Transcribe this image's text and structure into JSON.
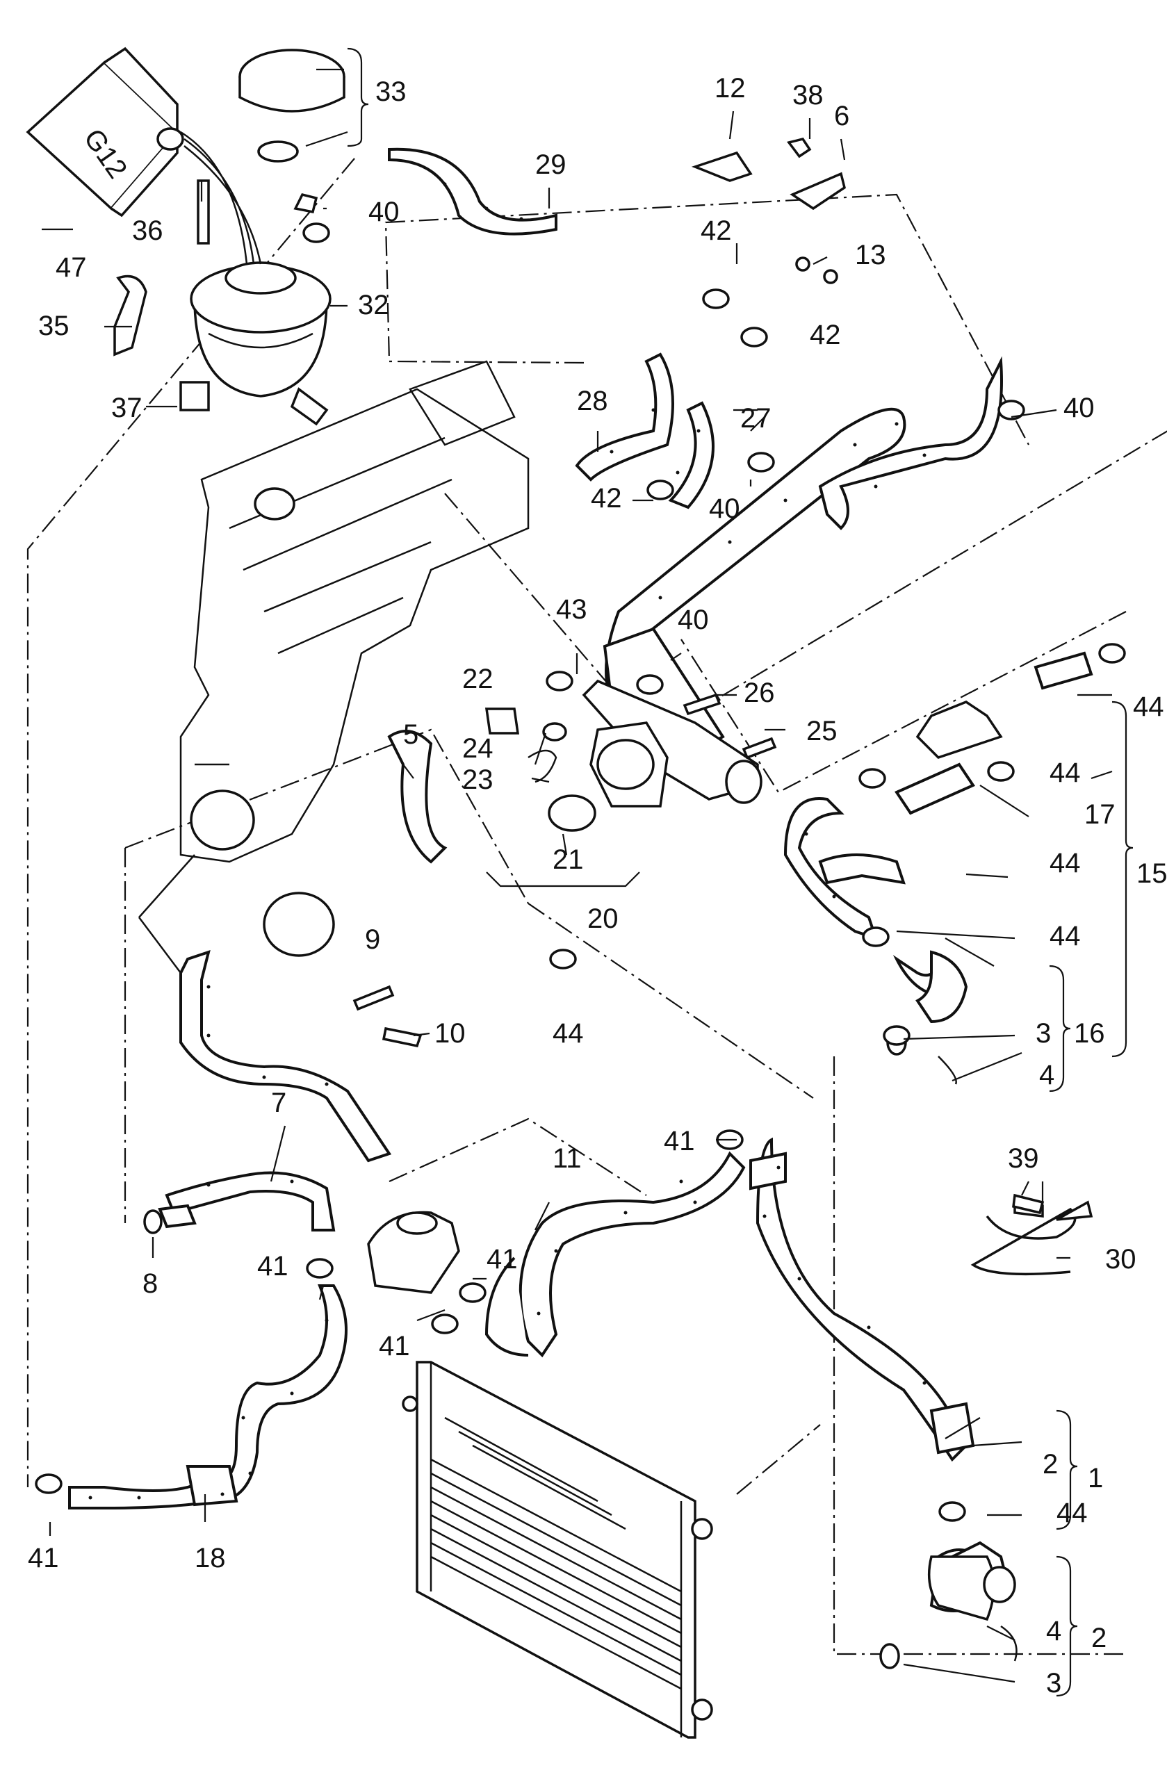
{
  "callouts": [
    {
      "id": "c33",
      "text": "33"
    },
    {
      "id": "c12",
      "text": "12"
    },
    {
      "id": "c38",
      "text": "38"
    },
    {
      "id": "c6",
      "text": "6"
    },
    {
      "id": "c29",
      "text": "29"
    },
    {
      "id": "c36",
      "text": "36"
    },
    {
      "id": "c40a",
      "text": "40"
    },
    {
      "id": "c47",
      "text": "47"
    },
    {
      "id": "c42a",
      "text": "42"
    },
    {
      "id": "c13",
      "text": "13"
    },
    {
      "id": "c32",
      "text": "32"
    },
    {
      "id": "c35",
      "text": "35"
    },
    {
      "id": "c42b",
      "text": "42"
    },
    {
      "id": "c37",
      "text": "37"
    },
    {
      "id": "c28",
      "text": "28"
    },
    {
      "id": "c27",
      "text": "27"
    },
    {
      "id": "c40b",
      "text": "40"
    },
    {
      "id": "c42c",
      "text": "42"
    },
    {
      "id": "c40c",
      "text": "40"
    },
    {
      "id": "c43",
      "text": "43"
    },
    {
      "id": "c40d",
      "text": "40"
    },
    {
      "id": "c22",
      "text": "22"
    },
    {
      "id": "c26",
      "text": "26"
    },
    {
      "id": "c44a",
      "text": "44"
    },
    {
      "id": "c25",
      "text": "25"
    },
    {
      "id": "c24",
      "text": "24"
    },
    {
      "id": "c5",
      "text": "5"
    },
    {
      "id": "c44b",
      "text": "44"
    },
    {
      "id": "c23",
      "text": "23"
    },
    {
      "id": "c17",
      "text": "17"
    },
    {
      "id": "c21",
      "text": "21"
    },
    {
      "id": "c44c",
      "text": "44"
    },
    {
      "id": "c15",
      "text": "15"
    },
    {
      "id": "c20",
      "text": "20"
    },
    {
      "id": "c44d",
      "text": "44"
    },
    {
      "id": "c9",
      "text": "9"
    },
    {
      "id": "c44e",
      "text": "44"
    },
    {
      "id": "c10",
      "text": "10"
    },
    {
      "id": "c3a",
      "text": "3"
    },
    {
      "id": "c16",
      "text": "16"
    },
    {
      "id": "c4a",
      "text": "4"
    },
    {
      "id": "c7",
      "text": "7"
    },
    {
      "id": "c41a",
      "text": "41"
    },
    {
      "id": "c11",
      "text": "11"
    },
    {
      "id": "c39",
      "text": "39"
    },
    {
      "id": "c41b",
      "text": "41"
    },
    {
      "id": "c30",
      "text": "30"
    },
    {
      "id": "c8",
      "text": "8"
    },
    {
      "id": "c41c",
      "text": "41"
    },
    {
      "id": "c41d",
      "text": "41"
    },
    {
      "id": "c2a",
      "text": "2"
    },
    {
      "id": "c1",
      "text": "1"
    },
    {
      "id": "c44f",
      "text": "44"
    },
    {
      "id": "c41e",
      "text": "41"
    },
    {
      "id": "c18",
      "text": "18"
    },
    {
      "id": "c4b",
      "text": "4"
    },
    {
      "id": "c2b",
      "text": "2"
    },
    {
      "id": "c3b",
      "text": "3"
    }
  ],
  "reservoir_marking": "G12"
}
